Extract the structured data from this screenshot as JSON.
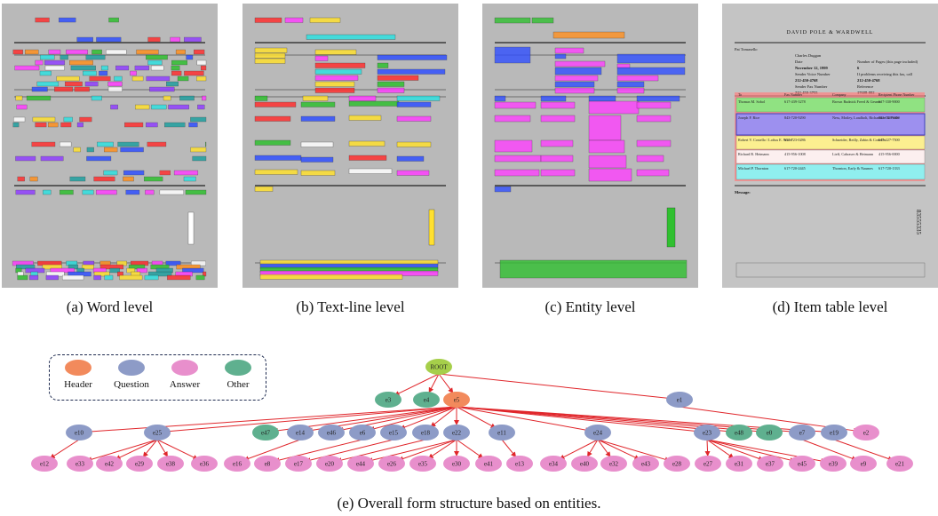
{
  "captions": {
    "a": "(a) Word level",
    "b": "(b) Text-line level",
    "c": "(c) Entity level",
    "d": "(d) Item table level",
    "e": "(e) Overall form structure based on entities."
  },
  "document": {
    "title": "DAVID POLE & WARDWELL",
    "to_name": "Pat Tomasello",
    "sender_name": "Charles Duggan",
    "date_label": "Date",
    "date_value": "November 12, 1999",
    "pages_label": "Number of Pages (this page included)",
    "pages_value": "6",
    "voice_label": "Sender Voice Number",
    "voice_value": "212-450-4768",
    "problems_label": "If problems receiving this fax, call",
    "problems_value": "212-450-4768",
    "fax_label": "Sender Fax Number",
    "fax_value": "212-450-3755",
    "reference_label": "Reference",
    "reference_value": "17608-002",
    "message_label": "Message:",
    "table_headers": [
      "To",
      "Fax Number",
      "Company",
      "Recipient Phone Number"
    ],
    "table_rows": [
      {
        "to": "Thomas M. Sobol",
        "fax": "617-439-3278",
        "company": "Brown Rudnick Freed & Gesmer",
        "phone": "617-330-9000"
      },
      {
        "to": "Joseph F. Rice",
        "fax": "843-720-9290",
        "company": "Ness, Motley, Loadholt, Richardson & Poole",
        "phone": "843-720-9000"
      },
      {
        "to": "Robert V. Costello / Loftus E. Wood",
        "fax": "617-723-0286",
        "company": "Schneider, Reilly, Zabin & Costello",
        "phone": "617-227-7500"
      },
      {
        "to": "Richard B. Heimann",
        "fax": "415-956-1008",
        "company": "Lieff, Cabraser & Heimann",
        "phone": "415-956-0000"
      },
      {
        "to": "Michael P. Thornton",
        "fax": "617-720-2445",
        "company": "Thornton, Early & Naumes",
        "phone": "617-720-1333"
      }
    ],
    "side_number": "83555335"
  },
  "legend": [
    {
      "label": "Header",
      "color": "#f28a5c"
    },
    {
      "label": "Question",
      "color": "#8d9bc7"
    },
    {
      "label": "Answer",
      "color": "#e88fcc"
    },
    {
      "label": "Other",
      "color": "#5fb08f"
    }
  ],
  "tree": {
    "edge_color": "#e0262b",
    "root": {
      "label": "ROOT",
      "color": "#a6cf4a"
    },
    "level1": [
      {
        "label": "e3",
        "type": "Other"
      },
      {
        "label": "e4",
        "type": "Other"
      },
      {
        "label": "e5",
        "type": "Header"
      },
      {
        "label": "e1",
        "type": "Question"
      }
    ],
    "level2": [
      {
        "label": "e10",
        "type": "Question"
      },
      {
        "label": "e25",
        "type": "Question"
      },
      {
        "label": "e47",
        "type": "Other"
      },
      {
        "label": "e14",
        "type": "Question"
      },
      {
        "label": "e46",
        "type": "Question"
      },
      {
        "label": "e6",
        "type": "Question"
      },
      {
        "label": "e15",
        "type": "Question"
      },
      {
        "label": "e18",
        "type": "Question"
      },
      {
        "label": "e22",
        "type": "Question"
      },
      {
        "label": "e11",
        "type": "Question"
      },
      {
        "label": "e24",
        "type": "Question"
      },
      {
        "label": "e23",
        "type": "Question"
      },
      {
        "label": "e48",
        "type": "Other"
      },
      {
        "label": "e0",
        "type": "Other"
      },
      {
        "label": "e7",
        "type": "Question"
      },
      {
        "label": "e19",
        "type": "Question"
      },
      {
        "label": "e2",
        "type": "Answer"
      }
    ],
    "level3": [
      {
        "label": "e12",
        "type": "Answer"
      },
      {
        "label": "e33",
        "type": "Answer"
      },
      {
        "label": "e42",
        "type": "Answer"
      },
      {
        "label": "e29",
        "type": "Answer"
      },
      {
        "label": "e38",
        "type": "Answer"
      },
      {
        "label": "e36",
        "type": "Answer"
      },
      {
        "label": "e16",
        "type": "Answer"
      },
      {
        "label": "e8",
        "type": "Answer"
      },
      {
        "label": "e17",
        "type": "Answer"
      },
      {
        "label": "e20",
        "type": "Answer"
      },
      {
        "label": "e44",
        "type": "Answer"
      },
      {
        "label": "e26",
        "type": "Answer"
      },
      {
        "label": "e35",
        "type": "Answer"
      },
      {
        "label": "e30",
        "type": "Answer"
      },
      {
        "label": "e41",
        "type": "Answer"
      },
      {
        "label": "e13",
        "type": "Answer"
      },
      {
        "label": "e34",
        "type": "Answer"
      },
      {
        "label": "e40",
        "type": "Answer"
      },
      {
        "label": "e32",
        "type": "Answer"
      },
      {
        "label": "e43",
        "type": "Answer"
      },
      {
        "label": "e28",
        "type": "Answer"
      },
      {
        "label": "e27",
        "type": "Answer"
      },
      {
        "label": "e31",
        "type": "Answer"
      },
      {
        "label": "e37",
        "type": "Answer"
      },
      {
        "label": "e45",
        "type": "Answer"
      },
      {
        "label": "e39",
        "type": "Answer"
      },
      {
        "label": "e9",
        "type": "Answer"
      },
      {
        "label": "e21",
        "type": "Answer"
      }
    ],
    "edges": [
      [
        "ROOT",
        "e3"
      ],
      [
        "ROOT",
        "e4"
      ],
      [
        "ROOT",
        "e5"
      ],
      [
        "ROOT",
        "e1"
      ],
      [
        "e5",
        "e10"
      ],
      [
        "e5",
        "e25"
      ],
      [
        "e5",
        "e47"
      ],
      [
        "e5",
        "e14"
      ],
      [
        "e5",
        "e46"
      ],
      [
        "e5",
        "e6"
      ],
      [
        "e5",
        "e15"
      ],
      [
        "e5",
        "e18"
      ],
      [
        "e5",
        "e22"
      ],
      [
        "e5",
        "e11"
      ],
      [
        "e5",
        "e24"
      ],
      [
        "e5",
        "e23"
      ],
      [
        "e5",
        "e48"
      ],
      [
        "e5",
        "e0"
      ],
      [
        "e5",
        "e7"
      ],
      [
        "e5",
        "e19"
      ],
      [
        "e1",
        "e2"
      ],
      [
        "e10",
        "e12"
      ],
      [
        "e25",
        "e33"
      ],
      [
        "e25",
        "e42"
      ],
      [
        "e25",
        "e29"
      ],
      [
        "e25",
        "e38"
      ],
      [
        "e25",
        "e36"
      ],
      [
        "e14",
        "e16"
      ],
      [
        "e6",
        "e8"
      ],
      [
        "e15",
        "e17"
      ],
      [
        "e18",
        "e20"
      ],
      [
        "e22",
        "e44"
      ],
      [
        "e22",
        "e26"
      ],
      [
        "e22",
        "e35"
      ],
      [
        "e22",
        "e30"
      ],
      [
        "e22",
        "e41"
      ],
      [
        "e11",
        "e13"
      ],
      [
        "e24",
        "e34"
      ],
      [
        "e24",
        "e40"
      ],
      [
        "e24",
        "e32"
      ],
      [
        "e24",
        "e43"
      ],
      [
        "e24",
        "e28"
      ],
      [
        "e23",
        "e27"
      ],
      [
        "e23",
        "e31"
      ],
      [
        "e23",
        "e37"
      ],
      [
        "e23",
        "e45"
      ],
      [
        "e23",
        "e39"
      ],
      [
        "e7",
        "e9"
      ],
      [
        "e19",
        "e21"
      ]
    ]
  }
}
